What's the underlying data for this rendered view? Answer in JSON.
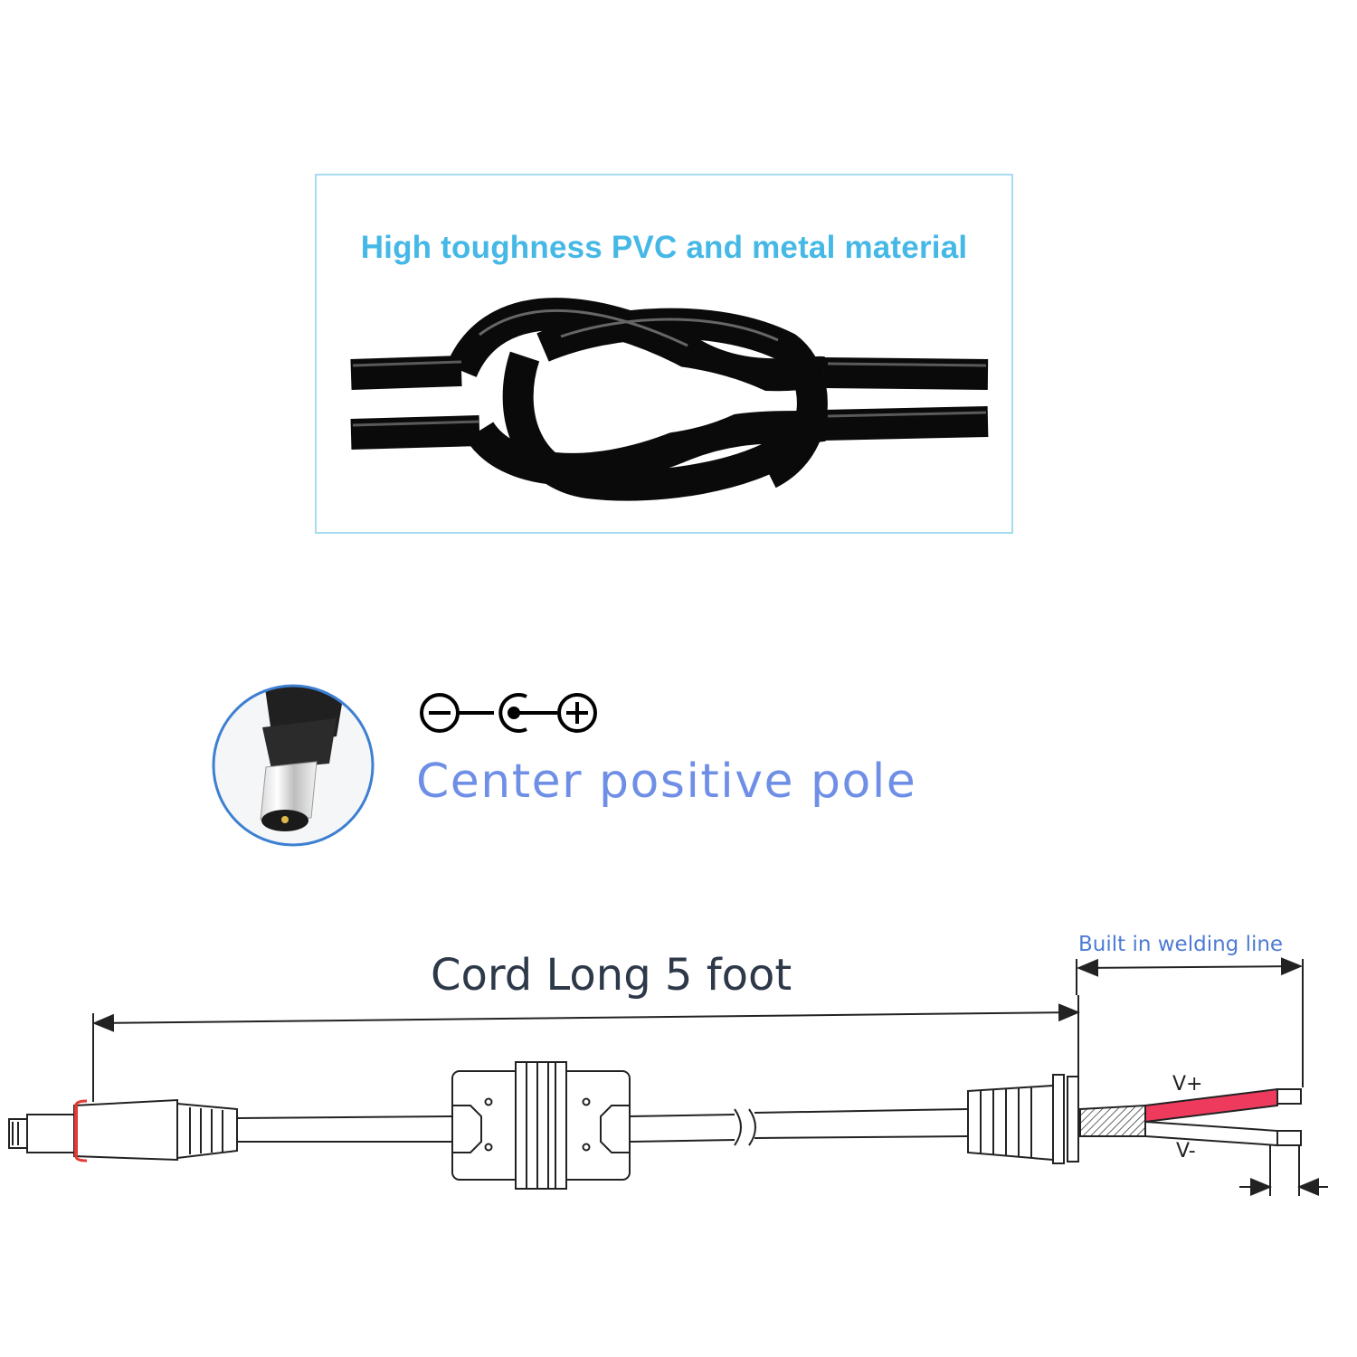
{
  "knot_panel": {
    "title": "High toughness PVC and metal material"
  },
  "polarity": {
    "label": "Center positive pole",
    "symbol_icon": "center-positive-polarity-icon"
  },
  "cable_diagram": {
    "length_label": "Cord Long 5 foot",
    "welding_label": "Built in welding line",
    "positive_wire_label": "V+",
    "negative_wire_label": "V-"
  },
  "colors": {
    "panel_border": "#a6dcef",
    "panel_title": "#45b8e6",
    "polarity_text": "#6f8fe6",
    "circle_border": "#3d7fd1",
    "positive_wire": "#ee3b5d",
    "plug_accent": "#e53935"
  }
}
